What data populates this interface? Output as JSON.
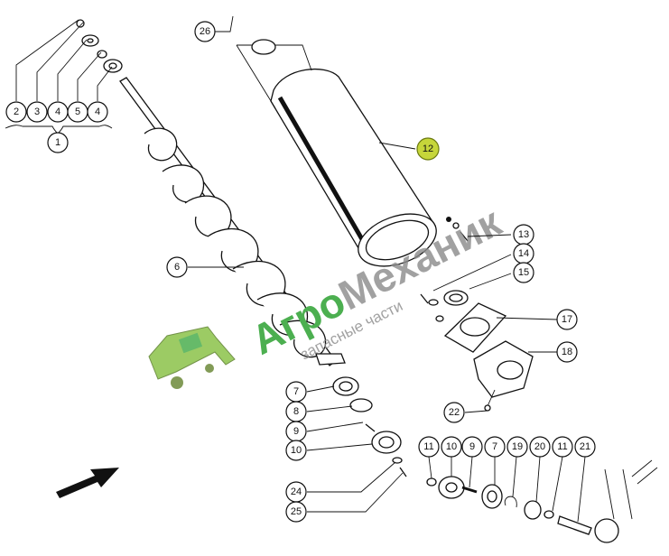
{
  "diagram": {
    "type": "exploded-parts-diagram",
    "callouts": [
      {
        "id": "c2",
        "label": "2"
      },
      {
        "id": "c3",
        "label": "3"
      },
      {
        "id": "c4a",
        "label": "4"
      },
      {
        "id": "c5",
        "label": "5"
      },
      {
        "id": "c4b",
        "label": "4"
      },
      {
        "id": "c1",
        "label": "1"
      },
      {
        "id": "c26",
        "label": "26"
      },
      {
        "id": "c12",
        "label": "12",
        "highlight": true
      },
      {
        "id": "c6",
        "label": "6"
      },
      {
        "id": "c13",
        "label": "13"
      },
      {
        "id": "c14",
        "label": "14"
      },
      {
        "id": "c15",
        "label": "15"
      },
      {
        "id": "c17",
        "label": "17"
      },
      {
        "id": "c18",
        "label": "18"
      },
      {
        "id": "c22",
        "label": "22"
      },
      {
        "id": "c7a",
        "label": "7"
      },
      {
        "id": "c8",
        "label": "8"
      },
      {
        "id": "c9a",
        "label": "9"
      },
      {
        "id": "c10a",
        "label": "10"
      },
      {
        "id": "c24",
        "label": "24"
      },
      {
        "id": "c25",
        "label": "25"
      },
      {
        "id": "c11a",
        "label": "11"
      },
      {
        "id": "c10b",
        "label": "10"
      },
      {
        "id": "c9b",
        "label": "9"
      },
      {
        "id": "c7b",
        "label": "7"
      },
      {
        "id": "c19",
        "label": "19"
      },
      {
        "id": "c20",
        "label": "20"
      },
      {
        "id": "c11b",
        "label": "11"
      },
      {
        "id": "c21",
        "label": "21"
      }
    ]
  },
  "watermark": {
    "brand_part1": "Агро",
    "brand_part2": "Механик",
    "subtitle": "запасные части",
    "color_green": "#4caf50",
    "color_gray": "#8a8a8a",
    "logo_icon": "combine-harvester-icon"
  },
  "colors": {
    "line": "#111111",
    "highlight_fill": "#c6d63a"
  }
}
